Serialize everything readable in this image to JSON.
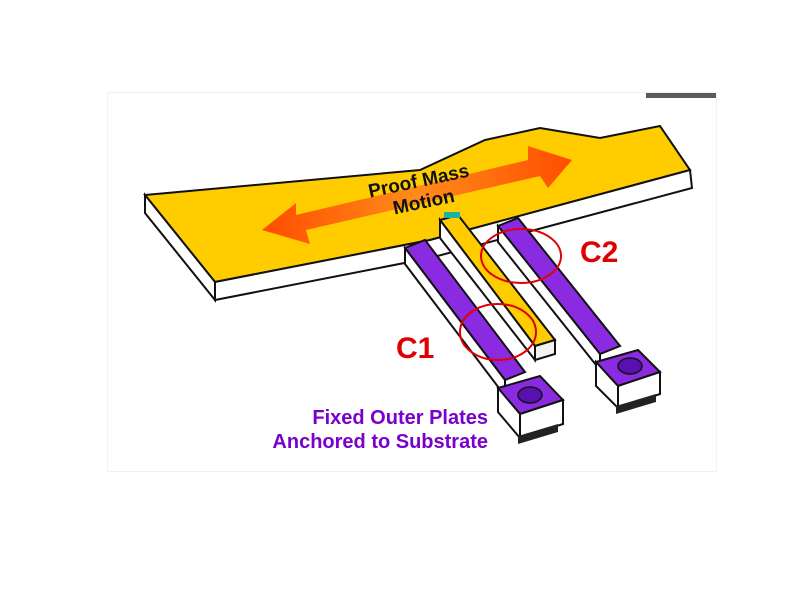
{
  "diagram": {
    "motion_label_line1": "Proof Mass",
    "motion_label_line2": "Motion",
    "capacitor_c1": "C1",
    "capacitor_c2": "C2",
    "fixed_plates_line1": "Fixed Outer Plates",
    "fixed_plates_line2": "Anchored to Substrate"
  },
  "colors": {
    "proof_mass": "#ffcc00",
    "fixed_plate": "#8a2be2",
    "arrow": "#ff6a00",
    "circle": "#e00000",
    "label_red": "#e00000",
    "label_purple": "#7a00cc"
  }
}
